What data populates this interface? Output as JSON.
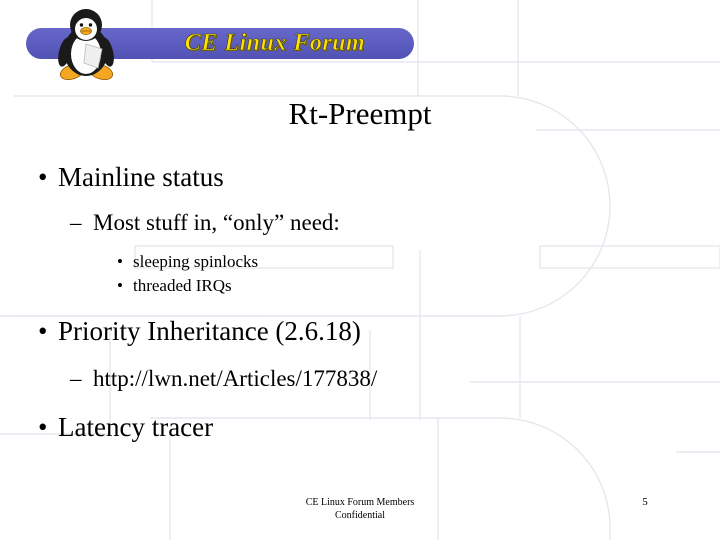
{
  "slide": {
    "title": "Rt-Preempt",
    "page_number": "5"
  },
  "logo": {
    "wordmark": "CE Linux Forum",
    "mascot": "tux-penguin",
    "bar_color": "#5C5CBE",
    "text_color": "#FFE000"
  },
  "content": {
    "bullets": [
      {
        "level": 1,
        "marker": "•",
        "text": "Mainline status"
      },
      {
        "level": 2,
        "marker": "–",
        "text": "Most stuff in, “only” need:"
      },
      {
        "level": 3,
        "marker": "•",
        "text": "sleeping spinlocks"
      },
      {
        "level": 3,
        "marker": "•",
        "text": "threaded IRQs"
      },
      {
        "level": 1,
        "marker": "•",
        "text": "Priority Inheritance (2.6.18)"
      },
      {
        "level": 2,
        "marker": "–",
        "text": "http://lwn.net/Articles/177838/"
      },
      {
        "level": 1,
        "marker": "•",
        "text": "Latency tracer"
      }
    ]
  },
  "footer": {
    "line1": "CE Linux Forum Members",
    "line2": "Confidential"
  },
  "theme": {
    "watermark_line_color": "#E6E6EE",
    "background": "#FFFFFF",
    "text_color": "#000000"
  }
}
